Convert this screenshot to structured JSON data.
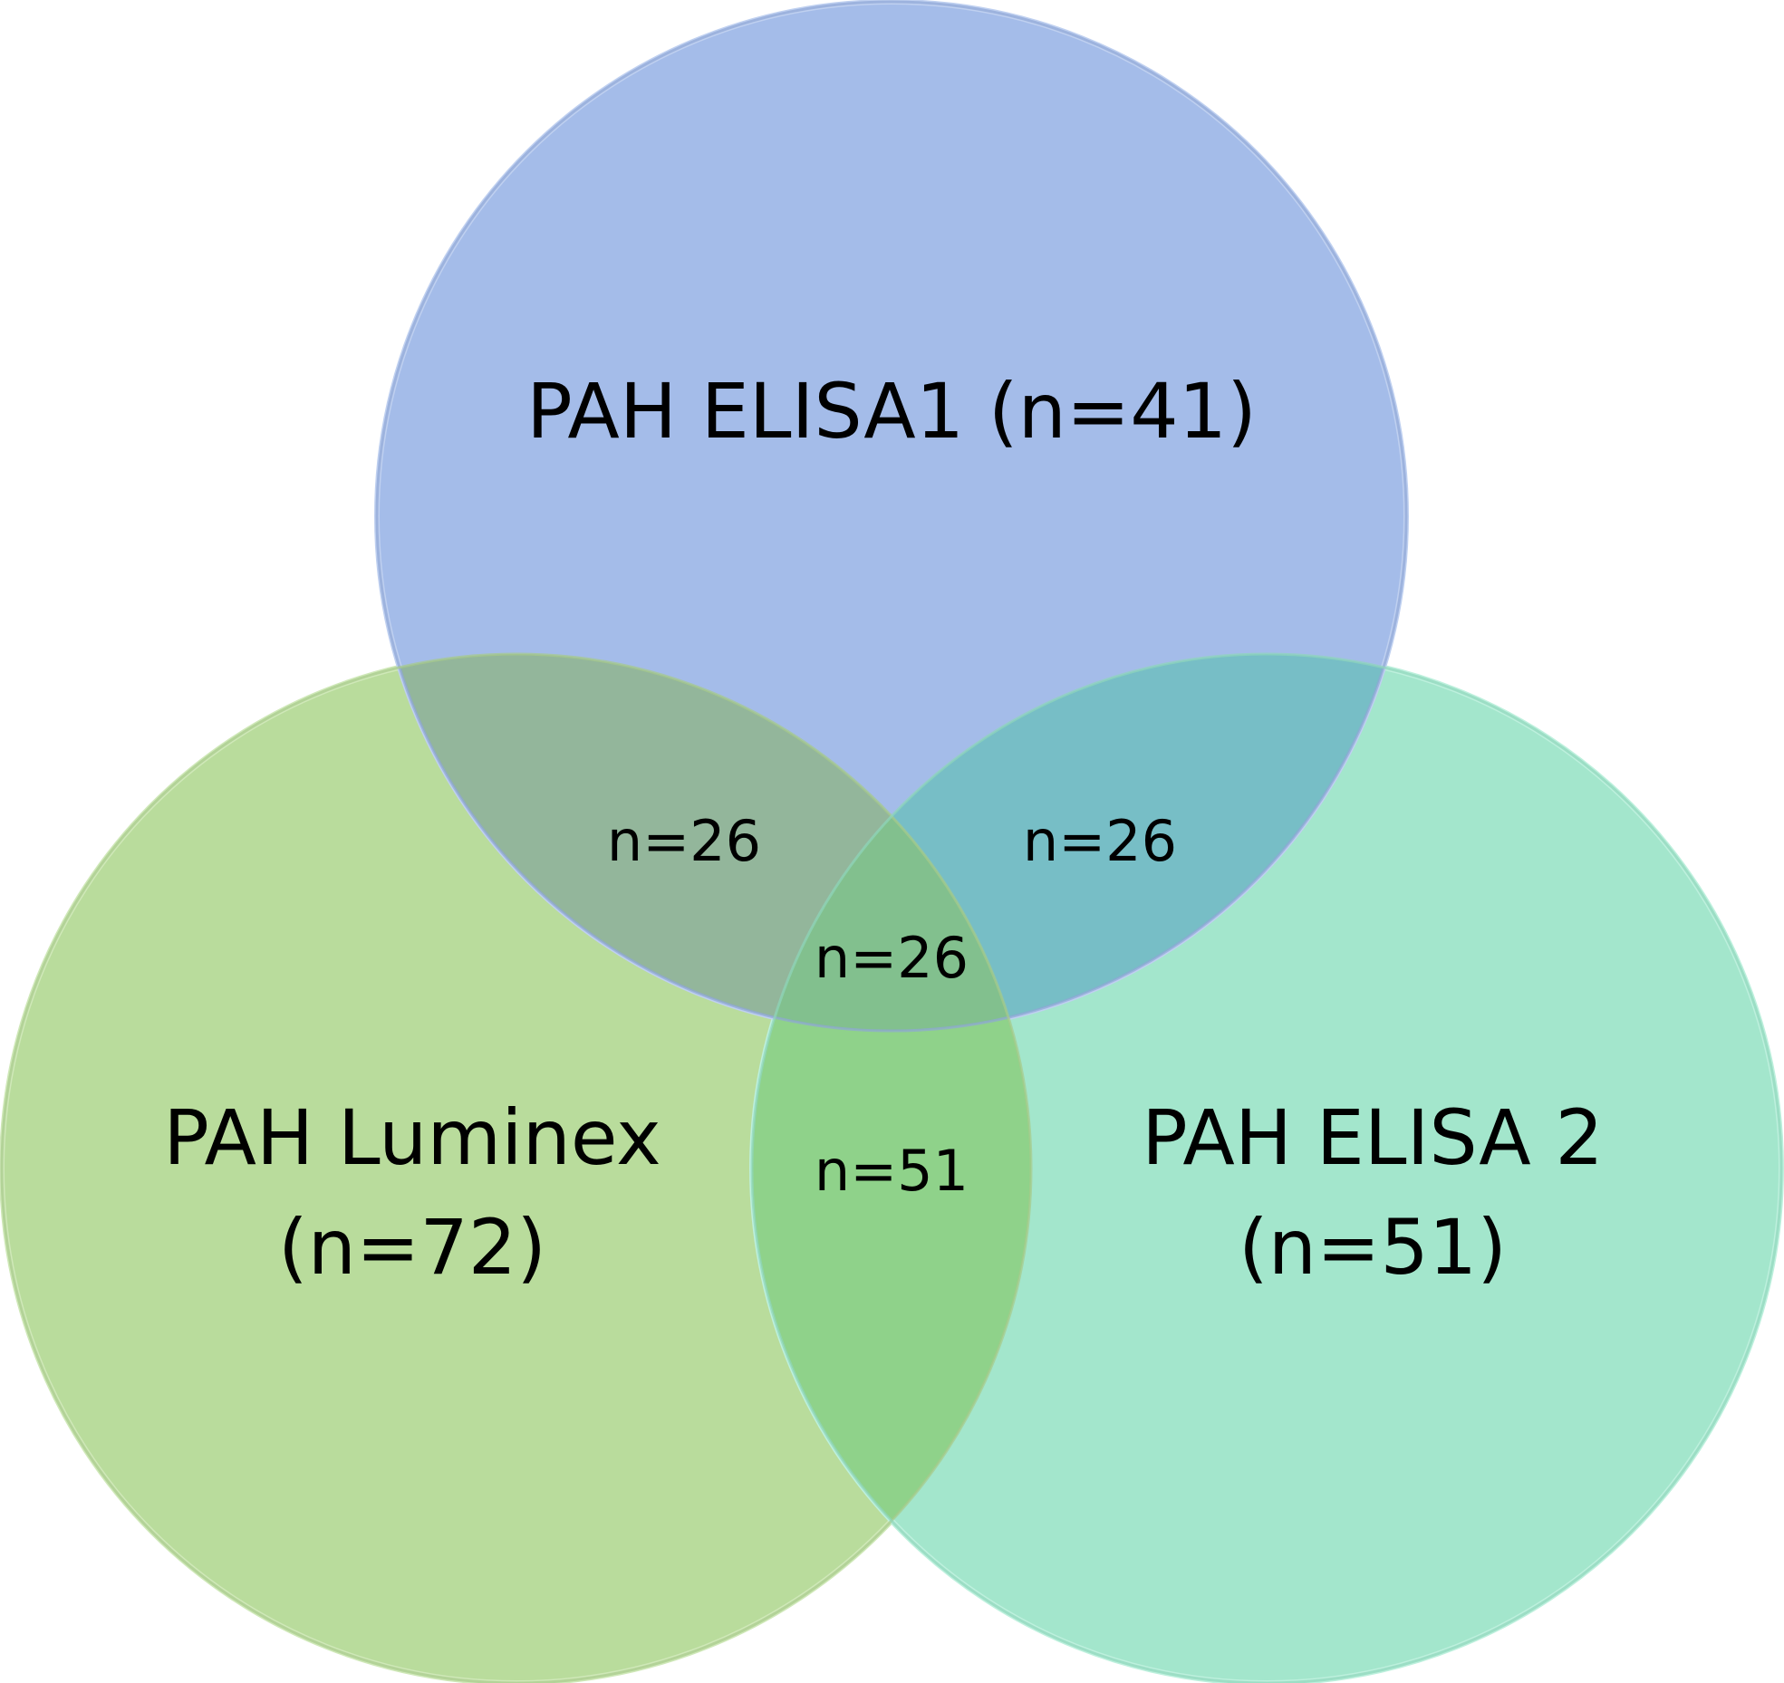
{
  "diagram": {
    "type": "venn",
    "sets": [
      {
        "name": "PAH ELISA1 (n=41)",
        "label_lines": [
          "PAH ELISA1 (n=41)"
        ],
        "count": 41,
        "color": "#a4bce9"
      },
      {
        "name": "PAH Luminex (n=72)",
        "label_lines": [
          "PAH Luminex",
          "(n=72)"
        ],
        "count": 72,
        "color": "#b9dc9c"
      },
      {
        "name": "PAH ELISA 2 (n=51)",
        "label_lines": [
          "PAH ELISA 2",
          "(n=51)"
        ],
        "count": 51,
        "color": "#a3e6cc"
      }
    ],
    "regions": {
      "elisa1_luminex": "n=26",
      "elisa1_elisa2": "n=26",
      "all_three": "n=26",
      "luminex_elisa2": "n=51"
    }
  }
}
